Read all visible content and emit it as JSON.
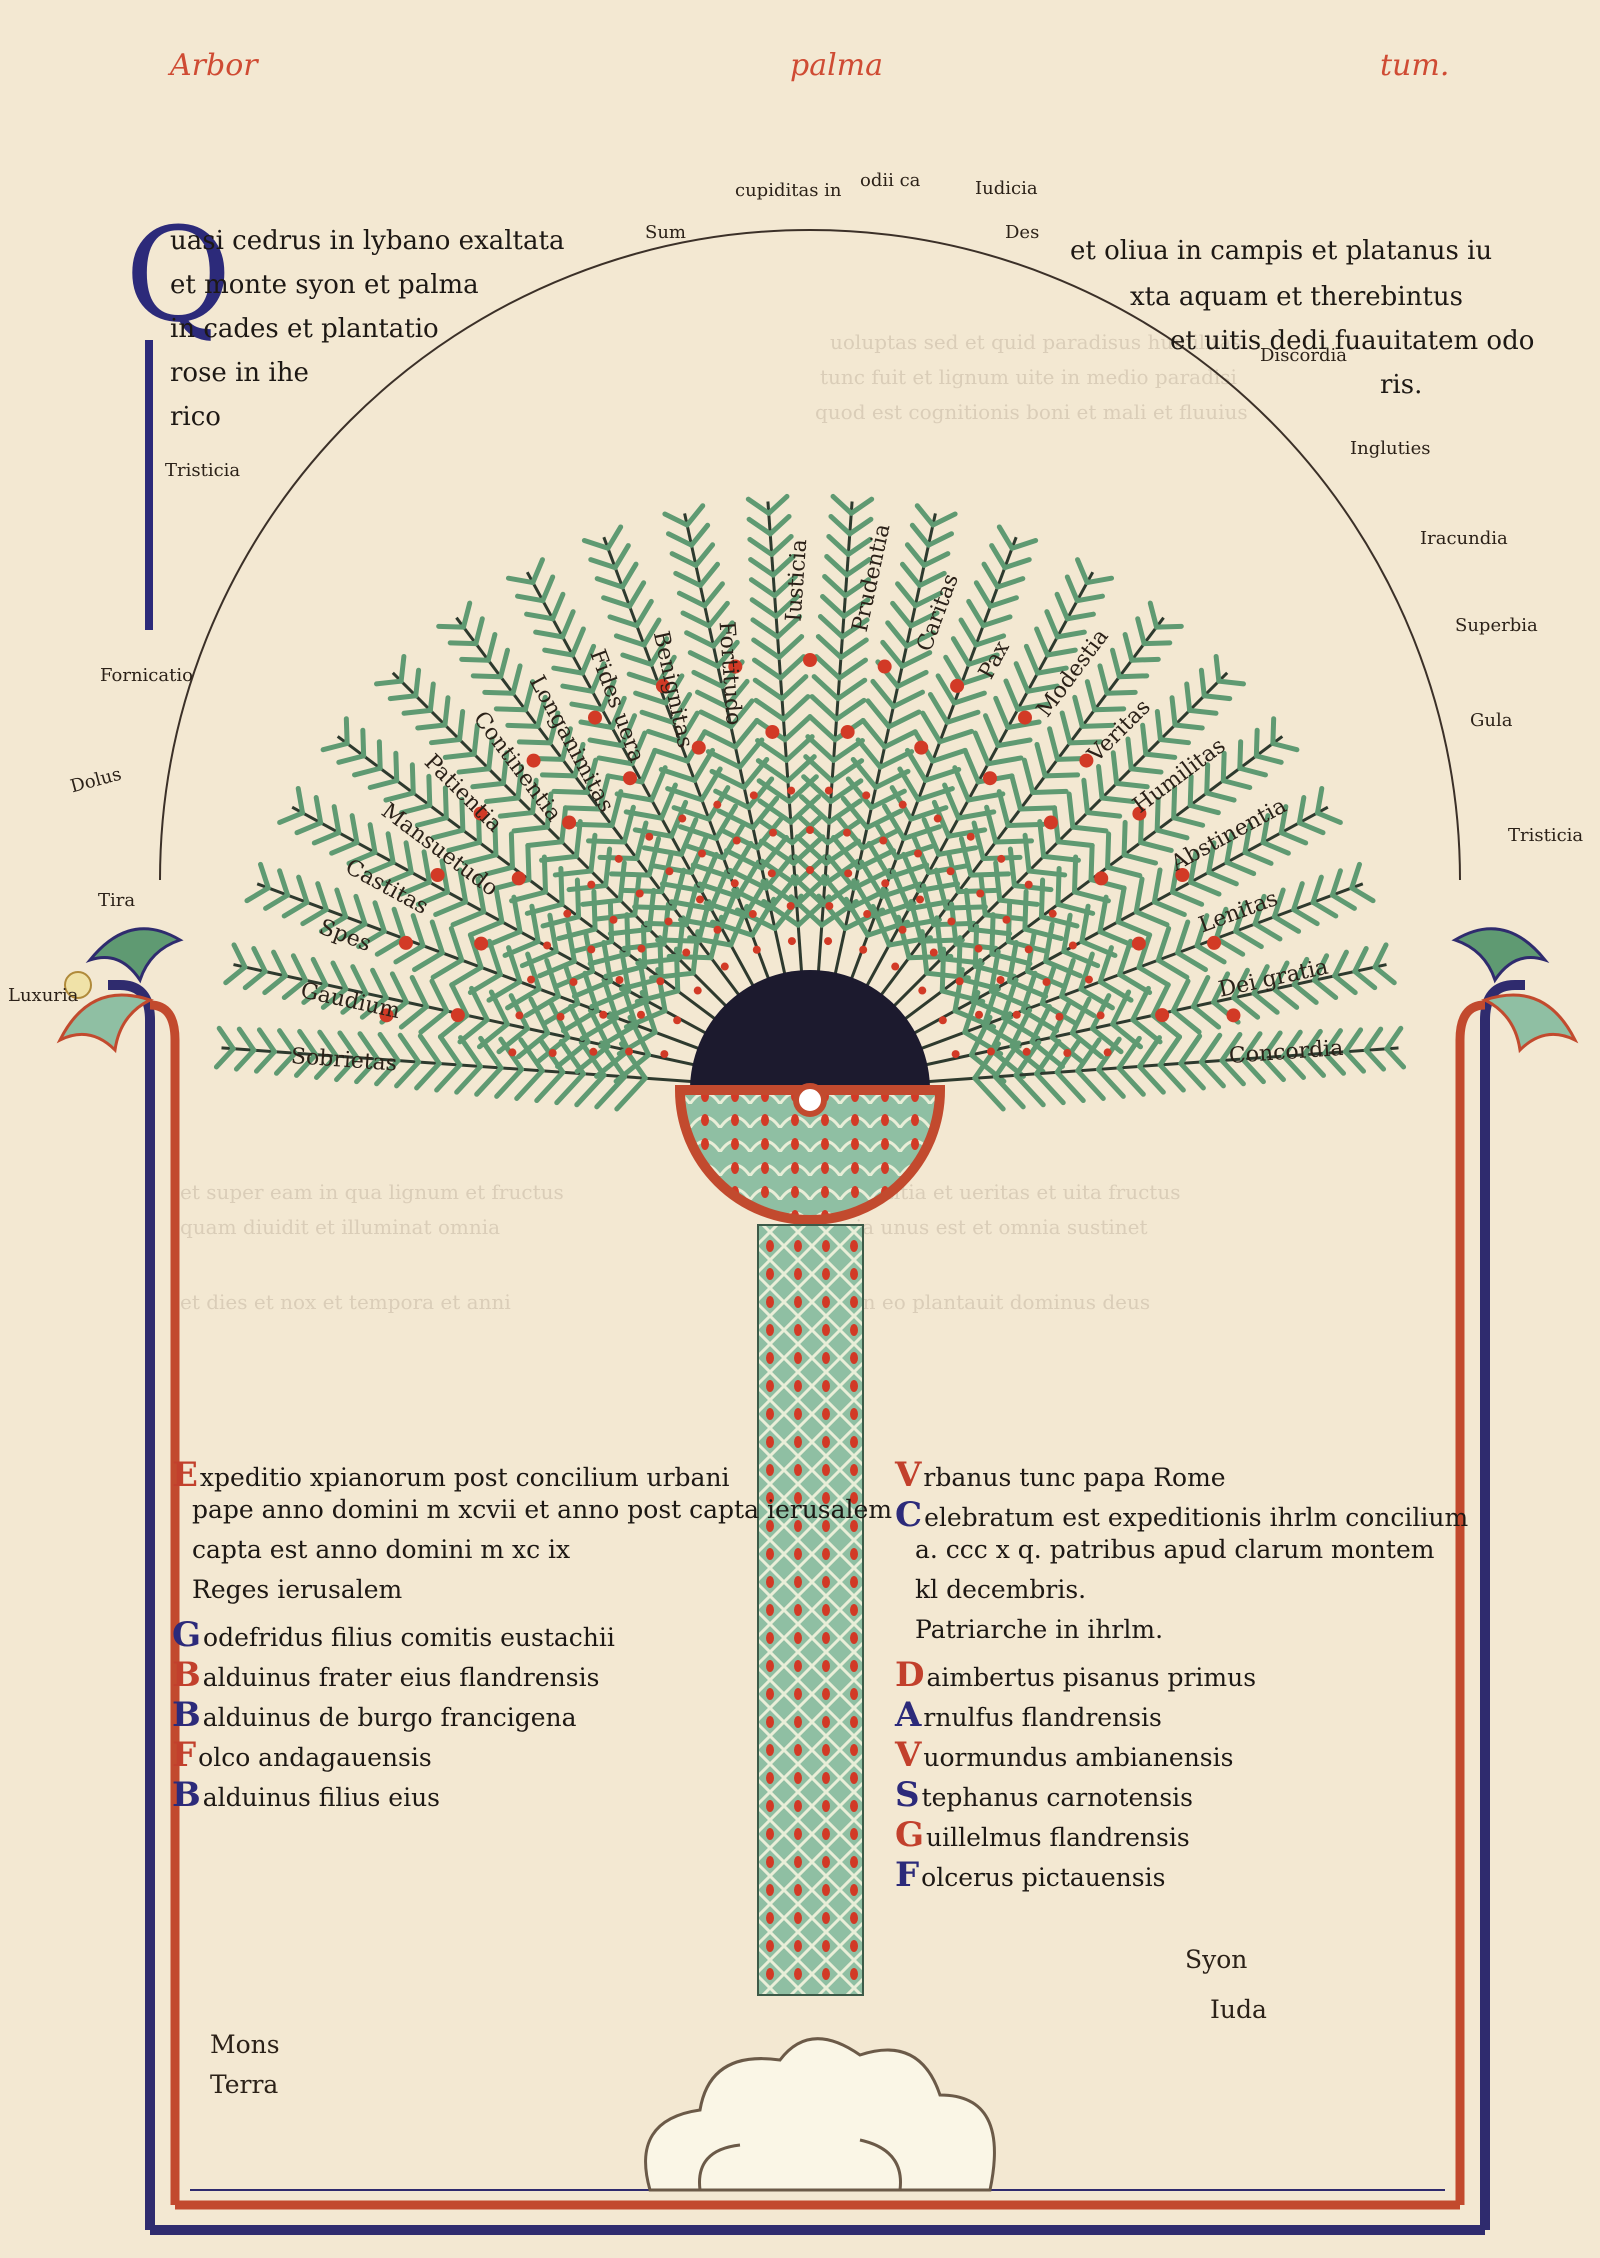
{
  "header": {
    "left": "Arbor",
    "center": "palma",
    "right": "tum."
  },
  "intro_lines": [
    "uasi cedrus in lybano exaltata",
    "et monte syon et palma",
    "in cades et plantatio",
    "rose in ihe",
    "rico"
  ],
  "intro_initial": "Q",
  "crown_top_labels": [
    "cupiditas in",
    "odii ca",
    "Iudicia",
    "Sum",
    "Des"
  ],
  "frond_virtues": [
    "Sobrietas",
    "Gaudium",
    "Spes",
    "Castitas",
    "Mansuetudo",
    "Patientia",
    "Continentia",
    "Longanimitas",
    "Fides uera",
    "Benignitas",
    "Fortitudo",
    "Iusticia",
    "Prudentia",
    "Caritas",
    "Pax",
    "Modestia",
    "Veritas",
    "Humilitas",
    "Abstinentia",
    "Lenitas",
    "Dei gratia",
    "Concordia"
  ],
  "vices_left": [
    "Tira",
    "Luxuria",
    "Dolus",
    "Fornicatio",
    "Tristicia"
  ],
  "vices_right": [
    "Superbia",
    "Gula",
    "Tristicia",
    "Ingluties",
    "Iracundia",
    "Discordia"
  ],
  "right_text_lines": [
    "et oliua in campis et platanus iu",
    "xta aquam et therebintus",
    "et uitis dedi fuauitatem odo",
    "ris."
  ],
  "left_list": [
    {
      "initial": "E",
      "text": "xpeditio xpianorum post concilium urbani",
      "color": "red"
    },
    {
      "initial": "",
      "text": "pape anno domini m xcvii et anno post capta ierusalem",
      "color": ""
    },
    {
      "initial": "",
      "text": "capta est anno domini m xc ix",
      "color": ""
    },
    {
      "initial": "",
      "text": "Reges ierusalem",
      "color": ""
    },
    {
      "initial": "G",
      "text": "odefridus filius comitis eustachii",
      "color": "blue"
    },
    {
      "initial": "B",
      "text": "alduinus frater eius flandrensis",
      "color": "red"
    },
    {
      "initial": "B",
      "text": "alduinus de burgo francigena",
      "color": "blue"
    },
    {
      "initial": "F",
      "text": "olco andagauensis",
      "color": "red"
    },
    {
      "initial": "B",
      "text": "alduinus filius eius",
      "color": "blue"
    }
  ],
  "right_list": [
    {
      "initial": "V",
      "text": "rbanus tunc papa Rome",
      "color": "red"
    },
    {
      "initial": "C",
      "text": "elebratum est expeditionis ihrlm concilium",
      "color": "blue"
    },
    {
      "initial": "",
      "text": "a. ccc x q. patribus apud clarum montem",
      "color": ""
    },
    {
      "initial": "",
      "text": "kl decembris.",
      "color": ""
    },
    {
      "initial": "",
      "text": "Patriarche in ihrlm.",
      "color": ""
    },
    {
      "initial": "D",
      "text": "aimbertus pisanus primus",
      "color": "red"
    },
    {
      "initial": "A",
      "text": "rnulfus flandrensis",
      "color": "blue"
    },
    {
      "initial": "V",
      "text": "uormundus ambianensis",
      "color": "red"
    },
    {
      "initial": "S",
      "text": "tephanus carnotensis",
      "color": "blue"
    },
    {
      "initial": "G",
      "text": "uillelmus flandrensis",
      "color": "red"
    },
    {
      "initial": "F",
      "text": "olcerus pictauensis",
      "color": "blue"
    }
  ],
  "bottom_left": [
    "Mons",
    "Terra"
  ],
  "bottom_right": [
    "Syon",
    "Iuda"
  ],
  "colors": {
    "parchment": "#f3e8d2",
    "frond_green": "#5f9a72",
    "trunk_green": "#8fbfa3",
    "red_dot": "#d23a26",
    "border_red": "#c24a2e",
    "border_blue": "#2f2b6e",
    "ink": "#1d1814"
  }
}
